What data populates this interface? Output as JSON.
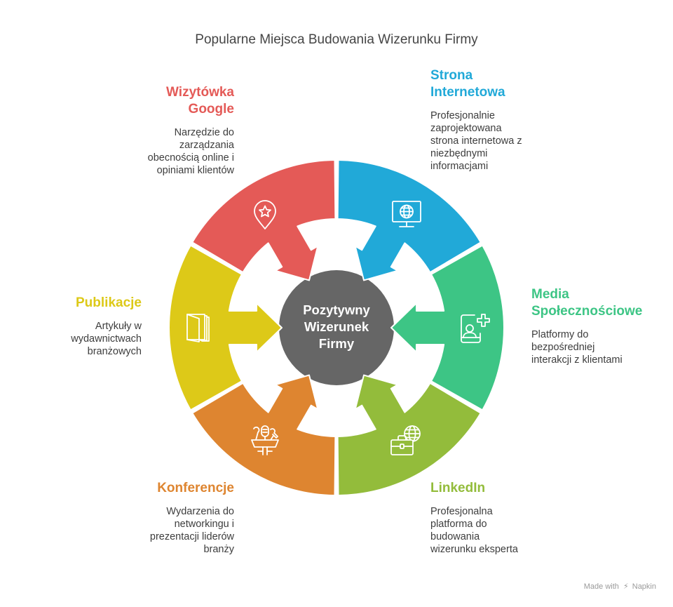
{
  "title": "Popularne Miejsca Budowania Wizerunku Firmy",
  "center": {
    "lines": [
      "Pozytywny",
      "Wizerunek",
      "Firmy"
    ],
    "color": "#666666"
  },
  "segments": [
    {
      "id": "google",
      "title_lines": [
        "Wizytówka",
        "Google"
      ],
      "description_lines": [
        "Narzędzie do",
        "zarządzania",
        "obecnością online i",
        "opiniami klientów"
      ],
      "color": "#E45A57",
      "icon": "map-pin-star-icon"
    },
    {
      "id": "website",
      "title_lines": [
        "Strona",
        "Internetowa"
      ],
      "description_lines": [
        "Profesjonalnie",
        "zaprojektowana",
        "strona internetowa z",
        "niezbędnymi",
        "informacjami"
      ],
      "color": "#21A9D8",
      "icon": "monitor-globe-icon"
    },
    {
      "id": "social",
      "title_lines": [
        "Media",
        "Społecznościowe"
      ],
      "description_lines": [
        "Platformy do",
        "bezpośredniej",
        "interakcji z klientami"
      ],
      "color": "#3DC585",
      "icon": "phone-user-add-icon"
    },
    {
      "id": "linkedin",
      "title_lines": [
        "LinkedIn"
      ],
      "description_lines": [
        "Profesjonalna",
        "platforma do",
        "budowania",
        "wizerunku eksperta"
      ],
      "color": "#93BC3B",
      "icon": "briefcase-globe-icon"
    },
    {
      "id": "conferences",
      "title_lines": [
        "Konferencje"
      ],
      "description_lines": [
        "Wydarzenia do",
        "networkingu i",
        "prezentacji liderów",
        "branży"
      ],
      "color": "#DE8530",
      "icon": "podium-microphones-icon"
    },
    {
      "id": "publications",
      "title_lines": [
        "Publikacje"
      ],
      "description_lines": [
        "Artykuły w",
        "wydawnictwach",
        "branżowych"
      ],
      "color": "#DDC918",
      "icon": "book-icon"
    }
  ],
  "footer": {
    "made_with": "Made with",
    "brand": "Napkin"
  }
}
